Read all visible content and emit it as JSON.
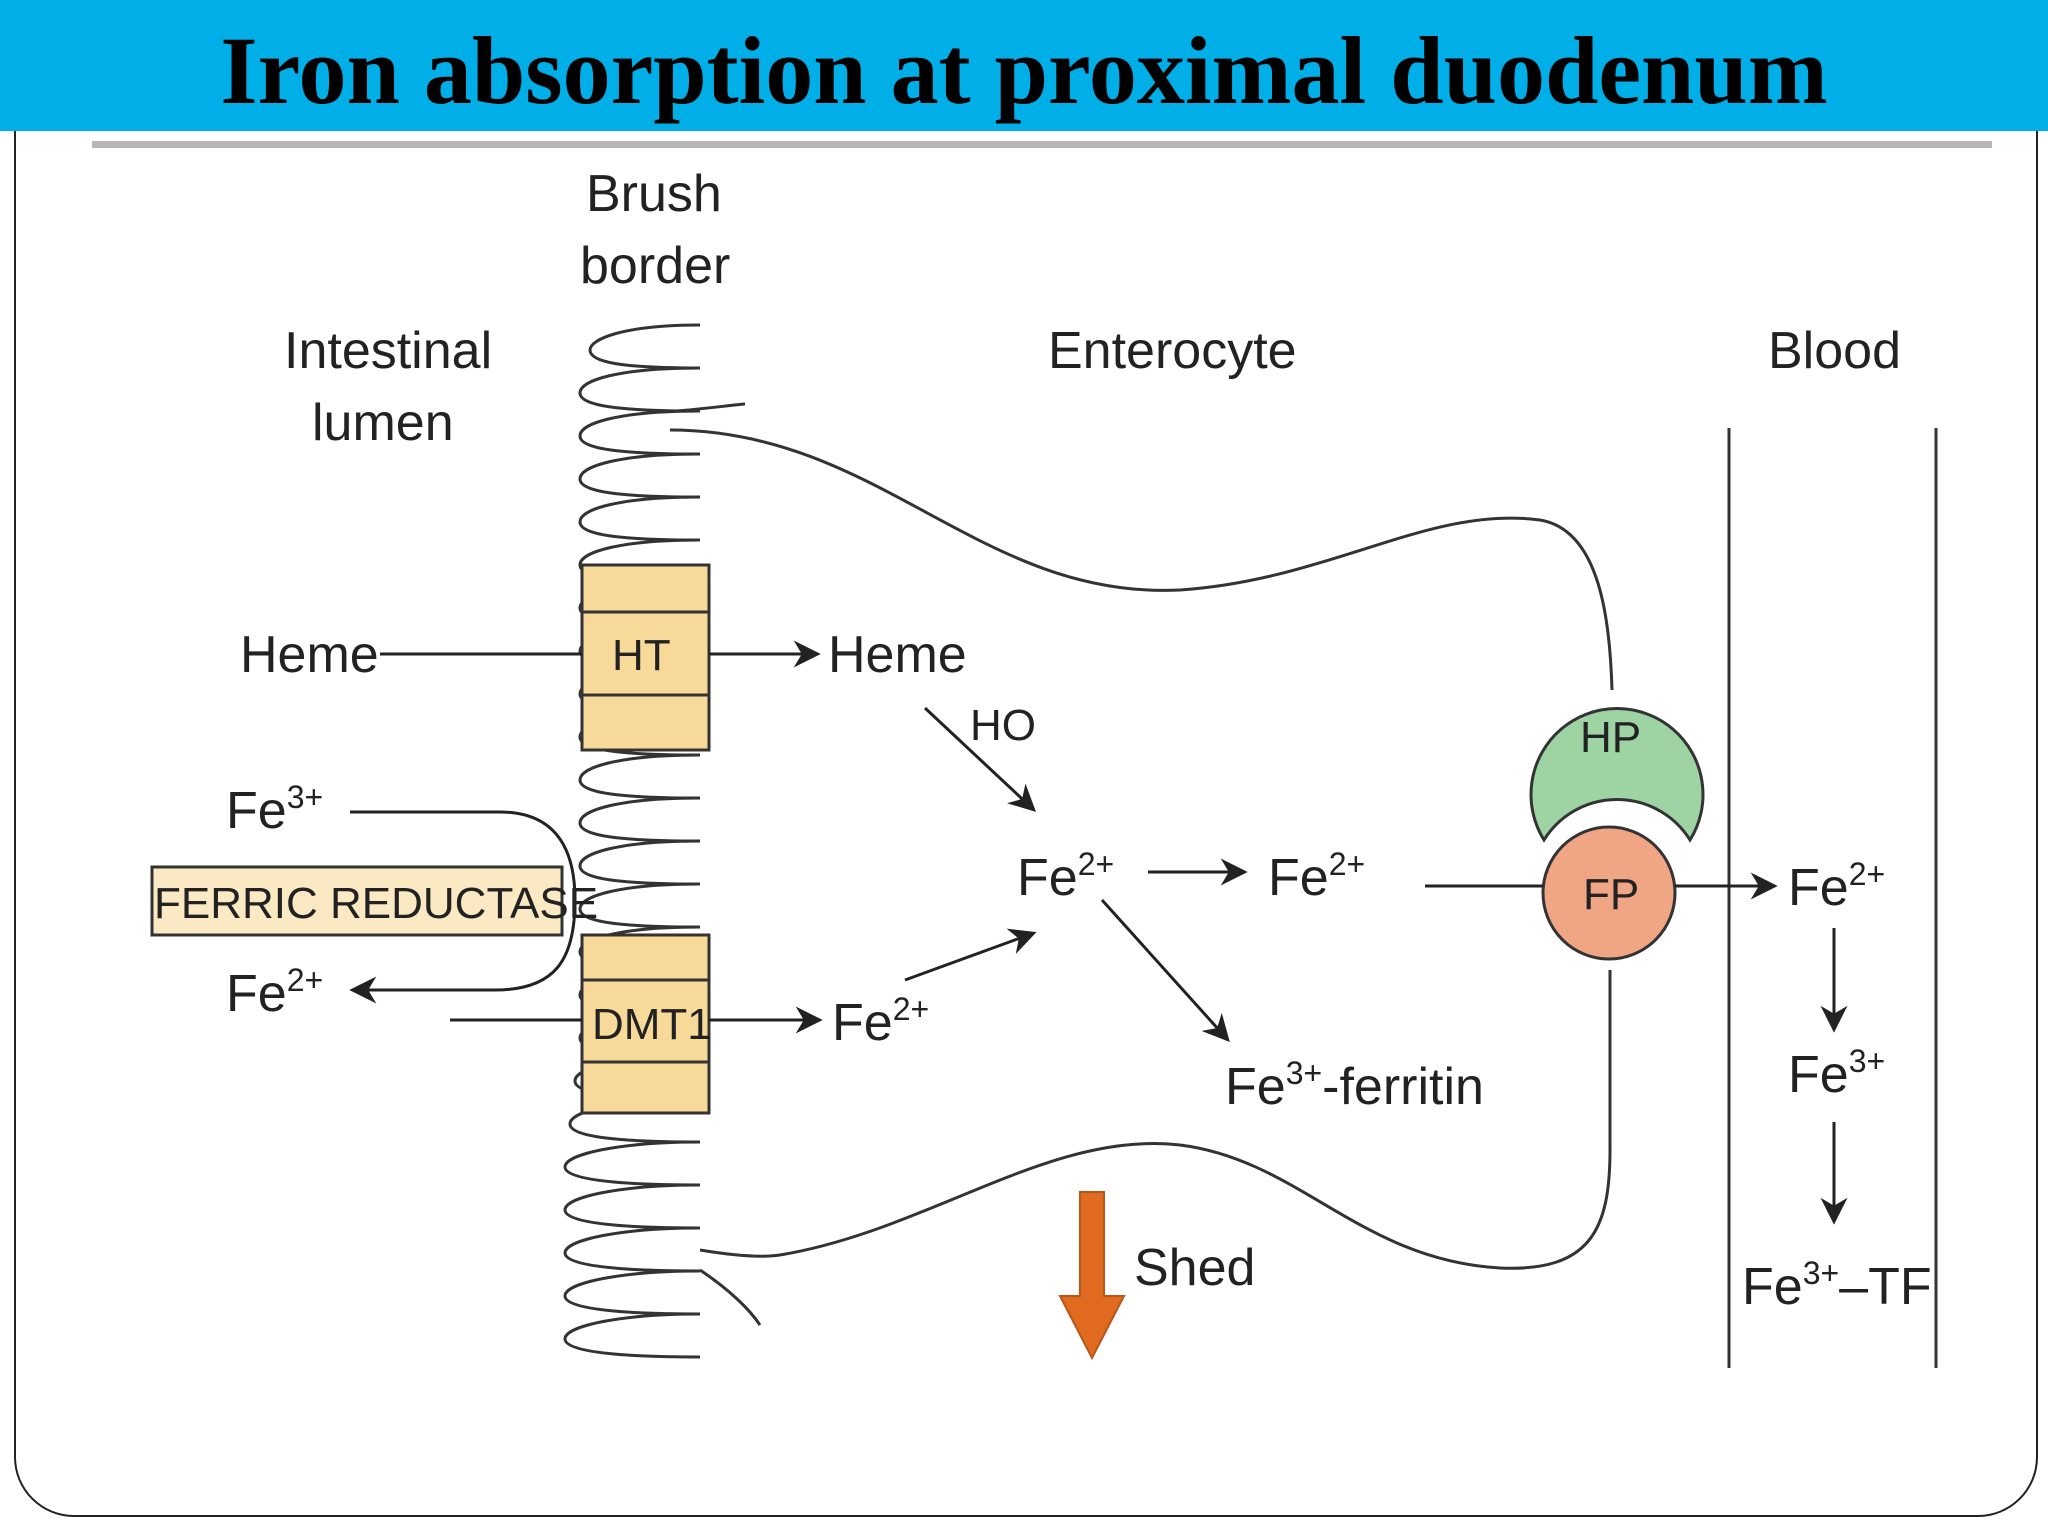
{
  "title": "Iron absorption at  proximal duodenum",
  "regions": {
    "brush_border": [
      "Brush",
      "border"
    ],
    "intestinal_lumen": [
      "Intestinal",
      "lumen"
    ],
    "enterocyte": "Enterocyte",
    "blood": "Blood"
  },
  "transporters": {
    "ht": "HT",
    "dmt1": "DMT1",
    "hp": "HP",
    "fp": "FP"
  },
  "enzymes": {
    "ferric_reductase": "FERRIC REDUCTASE",
    "ho": "HO"
  },
  "species": {
    "heme_lumen": "Heme",
    "heme_cell": "Heme",
    "fe3_lumen": {
      "base": "Fe",
      "sup": "3+"
    },
    "fe2_lumen": {
      "base": "Fe",
      "sup": "2+"
    },
    "fe2_dmt1": {
      "base": "Fe",
      "sup": "2+"
    },
    "fe2_center": {
      "base": "Fe",
      "sup": "2+"
    },
    "fe2_right": {
      "base": "Fe",
      "sup": "2+"
    },
    "fe3_ferritin": {
      "base": "Fe",
      "sup": "3+",
      "suffix": "-ferritin"
    },
    "fe2_blood": {
      "base": "Fe",
      "sup": "2+"
    },
    "fe3_blood": {
      "base": "Fe",
      "sup": "3+"
    },
    "fe3_tf": {
      "base": "Fe",
      "sup": "3+",
      "suffix": "–TF"
    }
  },
  "shed": "Shed",
  "colors": {
    "title_bar": "#00aee8",
    "transporter_fill": "#f7d99a",
    "reductase_fill": "#fbe9c3",
    "hp_fill": "#9ed3a4",
    "fp_fill": "#f0a585",
    "shed_arrow": "#e06a1e",
    "line": "#222222"
  }
}
